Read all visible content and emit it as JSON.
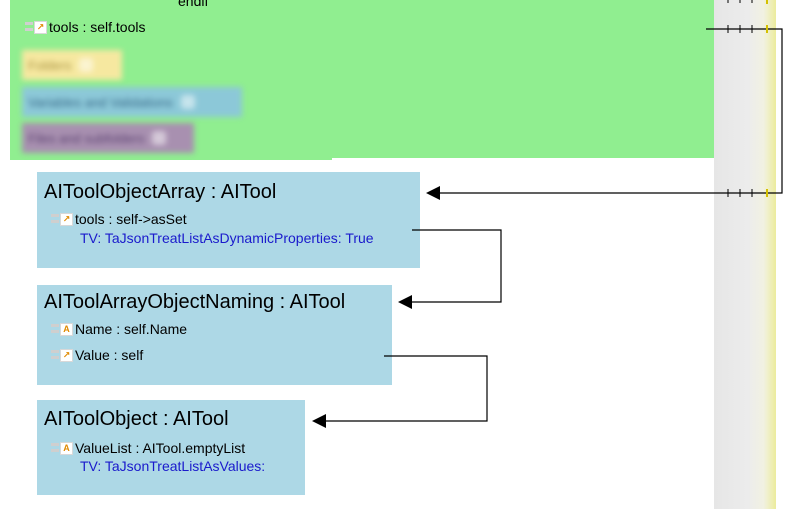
{
  "top_panel": {
    "endif_label": "endif",
    "tools_member": "tools : self.tools"
  },
  "blurred_items": [
    "Folders",
    "Variables and Validations",
    "Files and subfolders"
  ],
  "boxes": [
    {
      "title": "AIToolObjectArray : AITool",
      "members": [
        {
          "icon": "link",
          "text": "tools : self->asSet"
        }
      ],
      "tv": "TV: TaJsonTreatListAsDynamicProperties: True"
    },
    {
      "title": "AIToolArrayObjectNaming : AITool",
      "members": [
        {
          "icon": "attr",
          "text": "Name : self.Name"
        },
        {
          "icon": "link",
          "text": "Value : self"
        }
      ],
      "tv": ""
    },
    {
      "title": "AIToolObject : AITool",
      "members": [
        {
          "icon": "attr",
          "text": "ValueList : AITool.emptyList"
        }
      ],
      "tv": "TV: TaJsonTreatListAsValues:"
    }
  ],
  "icons": {
    "link": "↗",
    "attr": "A"
  },
  "colors": {
    "green_panel": "#90ee90",
    "class_box": "#add8e6",
    "tagged_value_text": "#1a1acc"
  }
}
